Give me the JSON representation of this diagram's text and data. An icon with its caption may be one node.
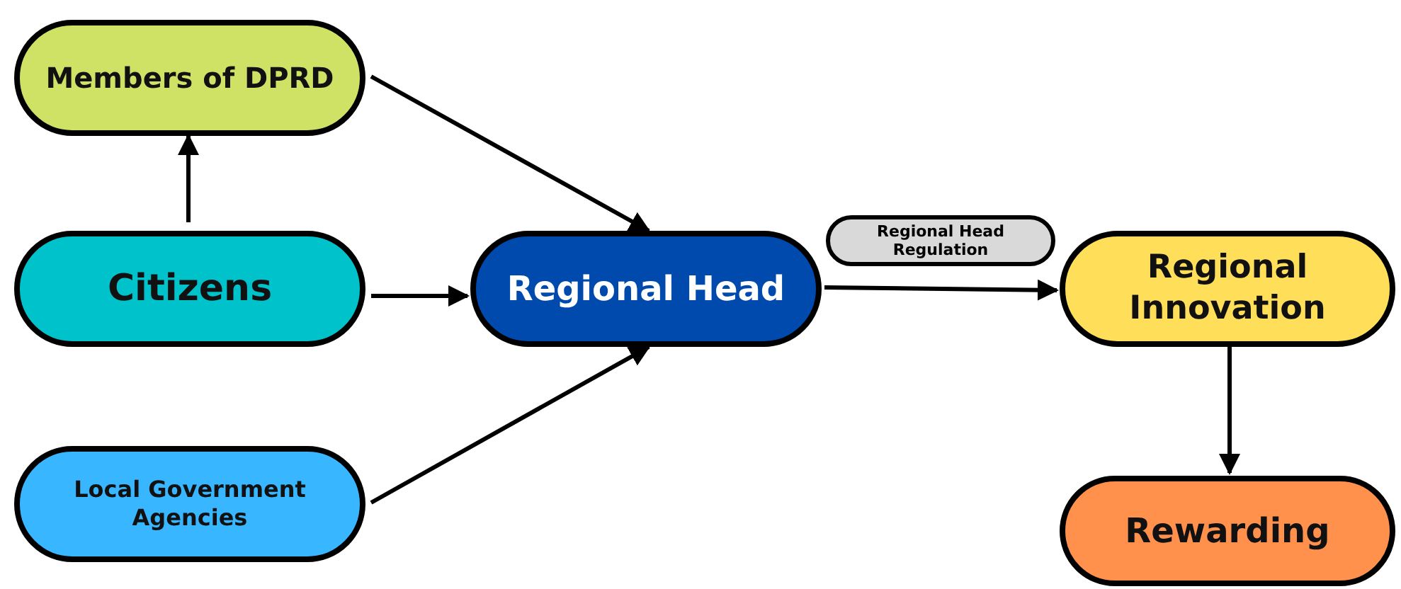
{
  "diagram": {
    "nodes": [
      {
        "text": [
          "Members of DPRD"
        ]
      },
      {
        "text": [
          "Citizens"
        ]
      },
      {
        "text": [
          "Local Government Agencies"
        ]
      },
      {
        "text": [
          "Regional Head"
        ]
      },
      {
        "text": [
          "Regional Innovation"
        ]
      },
      {
        "text": [
          "Rewarding"
        ]
      }
    ],
    "edges": [
      {
        "from": 1,
        "to": 0,
        "arrow": "to"
      },
      {
        "from": 0,
        "to": 3,
        "arrow": "to"
      },
      {
        "from": 1,
        "to": 3,
        "arrow": "to"
      },
      {
        "from": 2,
        "to": 3,
        "arrow": "to"
      },
      {
        "from": 3,
        "to": 4,
        "arrow": "to",
        "label": "Regional Head Regulation"
      },
      {
        "from": 4,
        "to": 5,
        "arrow": "to"
      }
    ]
  }
}
